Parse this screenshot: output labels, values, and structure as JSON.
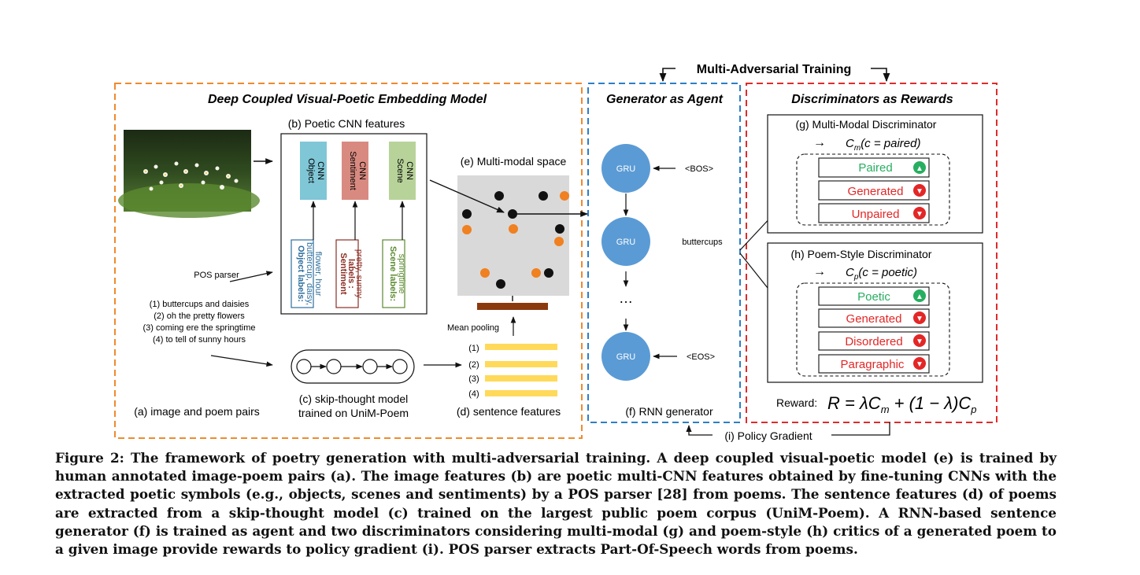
{
  "top_label": "Multi-Adversarial Training",
  "sections": {
    "embedding_title": "Deep Coupled Visual-Poetic Embedding Model",
    "generator_title": "Generator as Agent",
    "discriminator_title": "Discriminators as Rewards"
  },
  "embedding": {
    "poetic_cnn_label": "(b) Poetic CNN features",
    "cnn_boxes": [
      {
        "top": "Object",
        "bottom": "CNN",
        "color": "#7fc6d6"
      },
      {
        "top": "Sentiment",
        "bottom": "CNN",
        "color": "#d98a80"
      },
      {
        "top": "Scene",
        "bottom": "CNN",
        "color": "#b8d39a"
      }
    ],
    "label_boxes": [
      {
        "title": "Object labels:",
        "value1": "buttercup, daisy,",
        "value2": "flower, hour",
        "color": "#2e6f9e"
      },
      {
        "title": "Sentiment",
        "title2": "labels :",
        "value1": "pretty, sunny",
        "color": "#8b2e24"
      },
      {
        "title": "Scene labels:",
        "value1": "springtime",
        "color": "#5a8a2e"
      }
    ],
    "pos_parser": "POS parser",
    "poem_lines": [
      "(1) buttercups and daisies",
      "(2) oh the pretty flowers",
      "(3) coming ere the springtime",
      "(4) to tell of sunny hours"
    ],
    "image_pairs_label": "(a) image and poem pairs",
    "skip_thought_label1": "(c) skip-thought model",
    "skip_thought_label2": "trained on UniM-Poem",
    "multimodal_label": "(e) Multi-modal space",
    "mean_pooling": "Mean pooling",
    "sentence_indices": [
      "(1)",
      "(2)",
      "(3)",
      "(4)"
    ],
    "sentence_features_label": "(d) sentence features"
  },
  "generator": {
    "gru_label": "GRU",
    "inputs": [
      "<BOS>",
      "buttercups",
      "<EOS>"
    ],
    "ellipsis": "…",
    "rnn_label": "(f) RNN generator"
  },
  "discriminators": {
    "mm_title": "(g) Multi-Modal Discriminator",
    "mm_formula": "C",
    "mm_sub": "m",
    "mm_arg": "(c = paired)",
    "mm_items": [
      {
        "label": "Paired",
        "color": "#27ae60",
        "icon": "thumbs-up"
      },
      {
        "label": "Generated",
        "color": "#e32626",
        "icon": "thumbs-down"
      },
      {
        "label": "Unpaired",
        "color": "#e32626",
        "icon": "thumbs-down"
      }
    ],
    "ps_title": "(h) Poem-Style Discriminator",
    "ps_formula": "C",
    "ps_sub": "p",
    "ps_arg": "(c = poetic)",
    "ps_items": [
      {
        "label": "Poetic",
        "color": "#27ae60",
        "icon": "thumbs-up"
      },
      {
        "label": "Generated",
        "color": "#e32626",
        "icon": "thumbs-down"
      },
      {
        "label": "Disordered",
        "color": "#e32626",
        "icon": "thumbs-down"
      },
      {
        "label": "Paragraphic",
        "color": "#e32626",
        "icon": "thumbs-down"
      }
    ],
    "reward_label": "Reward:",
    "reward_formula": "R = λC + (1 − λ)C"
  },
  "policy_gradient": "(i) Policy Gradient",
  "colors": {
    "orange_dash": "#ef8a2c",
    "blue_dash": "#2b7fc7",
    "red_dash": "#e02b2b",
    "gru_fill": "#5b9bd5",
    "orange_dot": "#f08020",
    "pooling_bar": "#8b3a0e",
    "feature_bar": "#ffd95a"
  },
  "caption": {
    "text": "Figure 2: The framework of poetry generation with multi-adversarial training. A deep coupled visual-poetic model (e) is trained by human annotated image-poem pairs (a). The image features (b) are poetic multi-CNN features obtained by fine-tuning CNNs with the extracted poetic symbols (e.g., objects, scenes and sentiments) by a POS parser [28] from poems. The sentence features (d) of poems are extracted from a skip-thought model (c) trained on the largest public poem corpus (UniM-Poem). A RNN-based sentence generator (f) is trained as agent and two discriminators considering multi-modal (g) and poem-style (h) critics of a generated poem to a given image provide rewards to policy gradient (i). POS parser extracts Part-Of-Speech words from poems."
  }
}
